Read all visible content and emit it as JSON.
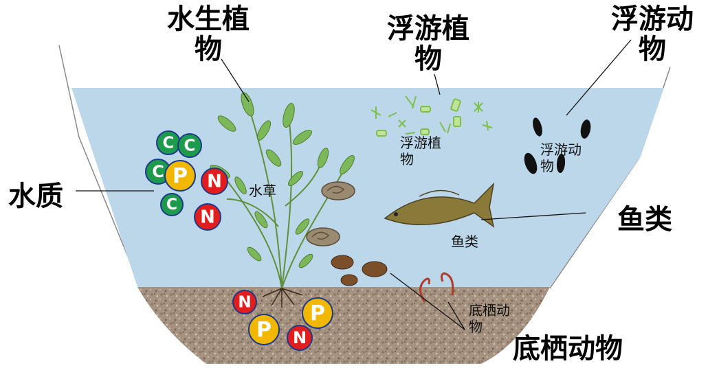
{
  "labels": {
    "aquatic_plant": "水生植\n物",
    "phytoplankton": "浮游植\n物",
    "zooplankton": "浮游动\n物",
    "water_quality": "水质",
    "fish": "鱼类",
    "benthos": "底栖动物"
  },
  "inner_labels": {
    "phytoplankton": "浮游植\n物",
    "zooplankton": "浮游动\n物",
    "waterweed": "水草",
    "fish": "鱼类",
    "benthos": "底栖动\n物"
  },
  "nutrients": {
    "water": [
      "C",
      "C",
      "C",
      "P",
      "N",
      "C",
      "N"
    ],
    "sediment": [
      "N",
      "P",
      "P",
      "N"
    ]
  },
  "colors": {
    "water": "#bcd6ea",
    "sediment": "#a89580",
    "carbon": "#1e9a4c",
    "phosphorus": "#f2b800",
    "nitrogen": "#e11d1d",
    "plant": "#6aa84f"
  }
}
